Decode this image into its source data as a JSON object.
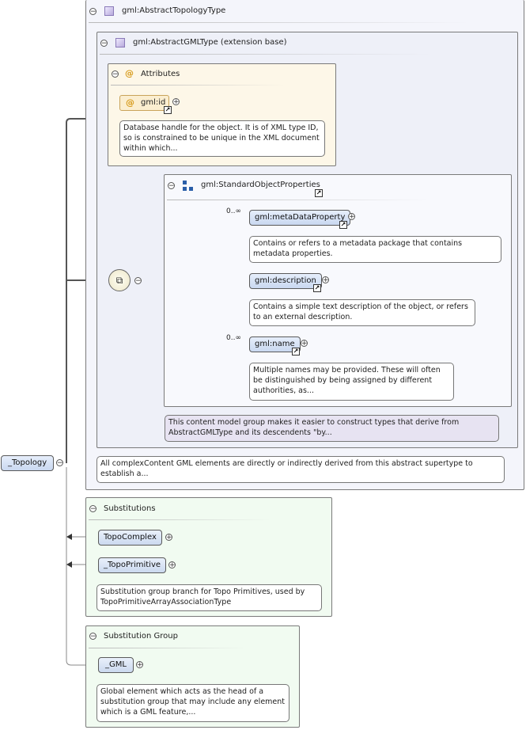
{
  "root_element": {
    "label": "_Topology"
  },
  "abstract_topology_type": {
    "title": "gml:AbstractTopologyType"
  },
  "abstract_gml_type": {
    "title": "gml:AbstractGMLType (extension base)"
  },
  "attributes": {
    "title": "Attributes",
    "id_attr": {
      "label": "gml:id",
      "note": "Database handle for the object. It is of XML type ID, so is constrained to be unique in the XML document within which..."
    }
  },
  "standard_object_properties": {
    "title": "gml:StandardObjectProperties",
    "items": [
      {
        "label": "gml:metaDataProperty",
        "cardinality": "0..∞",
        "note": "Contains or refers to a metadata package that contains metadata properties."
      },
      {
        "label": "gml:description",
        "cardinality": "",
        "note": "Contains a simple text description of the object, or refers to an external description."
      },
      {
        "label": "gml:name",
        "cardinality": "0..∞",
        "note": "Multiple names may be provided. These will often be distinguished by being assigned by different authorities, as..."
      }
    ],
    "group_note": "This content model group makes it easier to construct types that derive from AbstractGMLType and its descendents \"by..."
  },
  "topology_note": "All complexContent GML elements are directly or indirectly derived from this abstract supertype to establish a...",
  "substitutions": {
    "title": "Substitutions",
    "items": [
      {
        "label": "TopoComplex"
      },
      {
        "label": "_TopoPrimitive",
        "note": "Substitution group branch for Topo Primitives, used by TopoPrimitiveArrayAssociationType"
      }
    ]
  },
  "substitution_group": {
    "title": "Substitution Group",
    "item": {
      "label": "_GML",
      "note": "Global element which acts as the head of a substitution group that may include any element which is a GML feature,..."
    }
  },
  "colors": {
    "attributes_bg": "#fdf7e8",
    "type_bg": "#f4f5fb",
    "subst_bg": "#f1fbf1",
    "element_fill": "#c9d8f0",
    "note_purple": "#e7e3f2"
  }
}
